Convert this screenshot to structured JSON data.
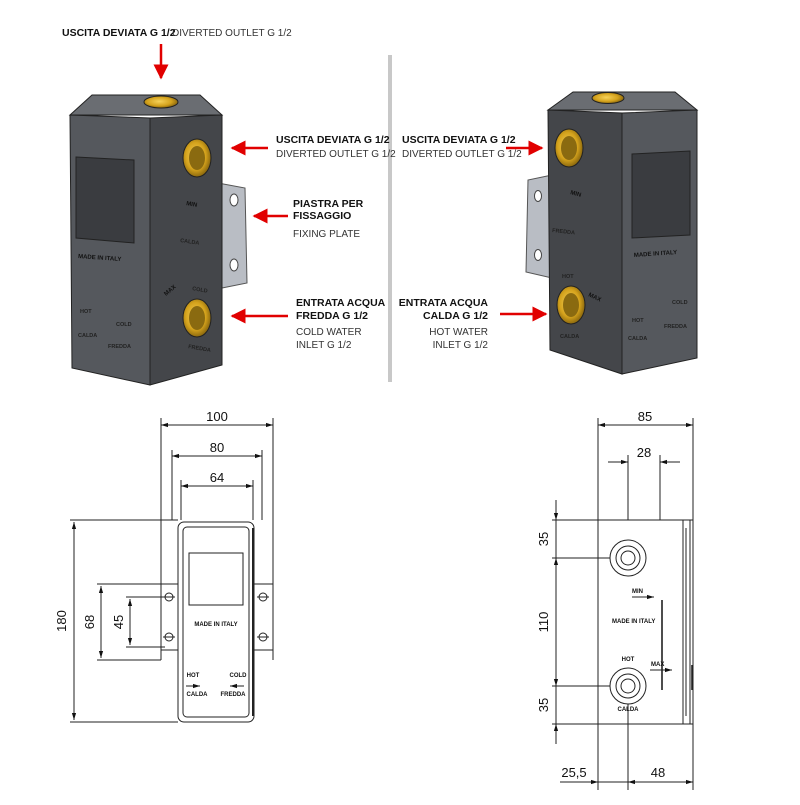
{
  "colors": {
    "arrow": "#e10000",
    "box_front": "#4a4d52",
    "box_top": "#6a6d72",
    "box_side": "#3a3c40",
    "brass": "#d4a21c",
    "line": "#222222",
    "divider": "#c8c8c8"
  },
  "left_view": {
    "top_outlet_it": "USCITA DEVIATA G 1/2",
    "top_outlet_en": "DIVERTED OUTLET G 1/2",
    "side_outlet_it": "USCITA DEVIATA G 1/2",
    "side_outlet_en": "DIVERTED OUTLET G 1/2",
    "plate_it_1": "PIASTRA PER",
    "plate_it_2": "FISSAGGIO",
    "plate_en": "FIXING PLATE",
    "inlet_it_1": "ENTRATA ACQUA",
    "inlet_it_2": "FREDDA G 1/2",
    "inlet_en_1": "COLD WATER",
    "inlet_en_2": "INLET G 1/2",
    "emb_made": "MADE IN ITALY",
    "emb_min": "MIN",
    "emb_max": "MAX",
    "emb_hot": "HOT",
    "emb_calda": "CALDA",
    "emb_cold": "COLD",
    "emb_fredda": "FREDDA",
    "emb_fredda_small": "FREDDA"
  },
  "right_view": {
    "outlet_it": "USCITA DEVIATA G 1/2",
    "outlet_en": "DIVERTED OUTLET G 1/2",
    "inlet_it_1": "ENTRATA ACQUA",
    "inlet_it_2": "CALDA G 1/2",
    "inlet_en_1": "HOT WATER",
    "inlet_en_2": "INLET    G 1/2",
    "emb_made": "MADE IN ITALY",
    "emb_min": "MIN",
    "emb_max": "MAX",
    "emb_hot": "HOT",
    "emb_calda": "CALDA",
    "emb_cold": "COLD",
    "emb_fredda": "FREDDA",
    "emb_calda_small": "CALDA"
  },
  "front_drawing": {
    "dim_width_outer": "100",
    "dim_width_mid": "80",
    "dim_width_inner": "64",
    "dim_height": "180",
    "dim_holes_outer": "68",
    "dim_holes_inner": "45",
    "emb_made": "MADE IN ITALY",
    "emb_hot": "HOT",
    "emb_calda": "CALDA",
    "emb_cold": "COLD",
    "emb_fredda": "FREDDA"
  },
  "side_drawing": {
    "dim_width": "85",
    "dim_port_offset": "28",
    "dim_top": "35",
    "dim_middle": "110",
    "dim_bottom": "35",
    "dim_left": "25,5",
    "dim_right": "48",
    "emb_min": "MIN",
    "emb_max": "MAX",
    "emb_made": "MADE IN ITALY",
    "emb_hot": "HOT",
    "emb_calda": "CALDA"
  }
}
